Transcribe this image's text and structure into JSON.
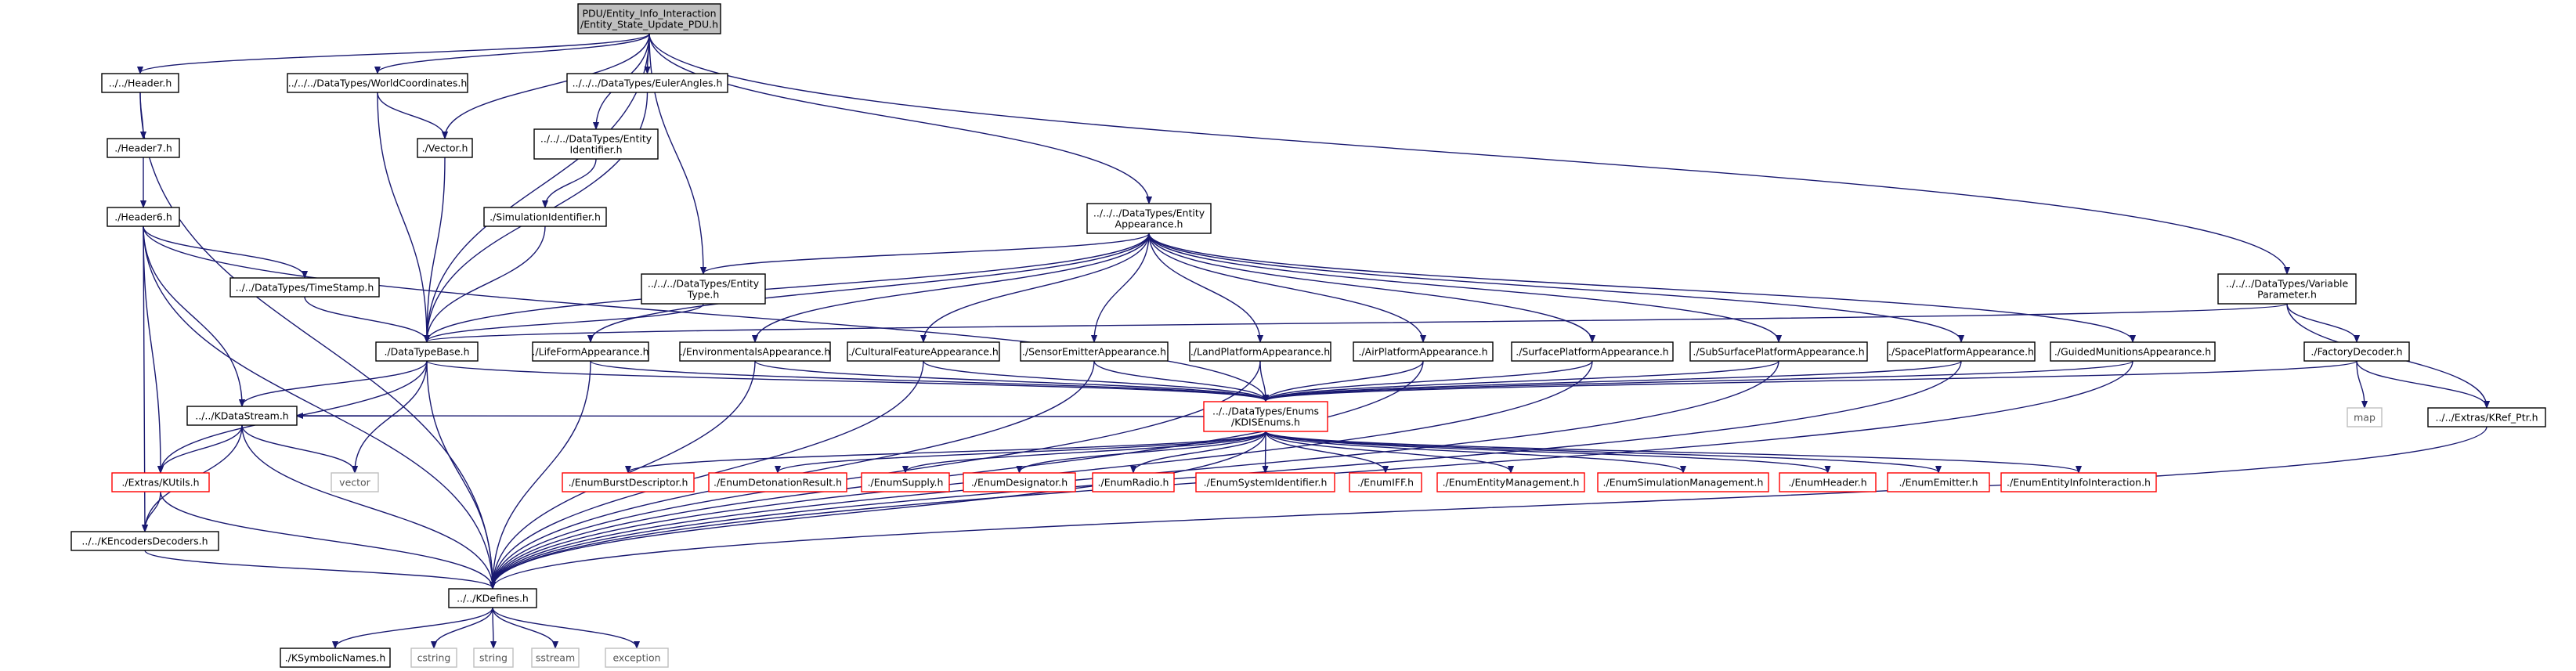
{
  "graph": {
    "edge_color": "#191970",
    "red_box_color": "#ff0000",
    "system_box_color": "#bfbfbf",
    "root_fill": "#bfbfbf",
    "nodes": [
      {
        "id": "root",
        "lines": [
          "PDU/Entity_Info_Interaction",
          "/Entity_State_Update_PDU.h"
        ]
      },
      {
        "id": "header",
        "lines": [
          "../../Header.h"
        ]
      },
      {
        "id": "worldcoord",
        "lines": [
          "../../../DataTypes/WorldCoordinates.h"
        ]
      },
      {
        "id": "eulerangles",
        "lines": [
          "../../../DataTypes/EulerAngles.h"
        ]
      },
      {
        "id": "vector_h",
        "lines": [
          "./Vector.h"
        ]
      },
      {
        "id": "entityid",
        "lines": [
          "../../../DataTypes/Entity",
          "Identifier.h"
        ]
      },
      {
        "id": "simid",
        "lines": [
          "./SimulationIdentifier.h"
        ]
      },
      {
        "id": "header7",
        "lines": [
          "./Header7.h"
        ]
      },
      {
        "id": "header6",
        "lines": [
          "./Header6.h"
        ]
      },
      {
        "id": "timestamp",
        "lines": [
          "../../DataTypes/TimeStamp.h"
        ]
      },
      {
        "id": "entityappearance",
        "lines": [
          "../../../DataTypes/Entity",
          "Appearance.h"
        ]
      },
      {
        "id": "entitytype",
        "lines": [
          "../../../DataTypes/Entity",
          "Type.h"
        ]
      },
      {
        "id": "varparam",
        "lines": [
          "../../../DataTypes/Variable",
          "Parameter.h"
        ]
      },
      {
        "id": "datatypebase",
        "lines": [
          "./DataTypeBase.h"
        ]
      },
      {
        "id": "lifeform",
        "lines": [
          "./LifeFormAppearance.h"
        ]
      },
      {
        "id": "environmental",
        "lines": [
          "./EnvironmentalsAppearance.h"
        ]
      },
      {
        "id": "cultural",
        "lines": [
          "./CulturalFeatureAppearance.h"
        ]
      },
      {
        "id": "sensoremitter",
        "lines": [
          "./SensorEmitterAppearance.h"
        ]
      },
      {
        "id": "landplatform",
        "lines": [
          "./LandPlatformAppearance.h"
        ]
      },
      {
        "id": "airplatform",
        "lines": [
          "./AirPlatformAppearance.h"
        ]
      },
      {
        "id": "surfaceplatform",
        "lines": [
          "./SurfacePlatformAppearance.h"
        ]
      },
      {
        "id": "subsurface",
        "lines": [
          "./SubSurfacePlatformAppearance.h"
        ]
      },
      {
        "id": "spaceplatform",
        "lines": [
          "./SpacePlatformAppearance.h"
        ]
      },
      {
        "id": "guided",
        "lines": [
          "./GuidedMunitionsAppearance.h"
        ]
      },
      {
        "id": "factorydecoder",
        "lines": [
          "./FactoryDecoder.h"
        ]
      },
      {
        "id": "kdatastream",
        "lines": [
          "../../KDataStream.h"
        ]
      },
      {
        "id": "kdisenums",
        "lines": [
          "../../DataTypes/Enums",
          "/KDISEnums.h"
        ]
      },
      {
        "id": "map",
        "lines": [
          "map"
        ]
      },
      {
        "id": "krefptr",
        "lines": [
          "../../Extras/KRef_Ptr.h"
        ]
      },
      {
        "id": "kutils",
        "lines": [
          "./Extras/KUtils.h"
        ]
      },
      {
        "id": "vector_sys",
        "lines": [
          "vector"
        ]
      },
      {
        "id": "e_burst",
        "lines": [
          "./EnumBurstDescriptor.h"
        ]
      },
      {
        "id": "e_deton",
        "lines": [
          "./EnumDetonationResult.h"
        ]
      },
      {
        "id": "e_supply",
        "lines": [
          "./EnumSupply.h"
        ]
      },
      {
        "id": "e_design",
        "lines": [
          "./EnumDesignator.h"
        ]
      },
      {
        "id": "e_radio",
        "lines": [
          "./EnumRadio.h"
        ]
      },
      {
        "id": "e_sysid",
        "lines": [
          "./EnumSystemIdentifier.h"
        ]
      },
      {
        "id": "e_iff",
        "lines": [
          "./EnumIFF.h"
        ]
      },
      {
        "id": "e_entmgmt",
        "lines": [
          "./EnumEntityManagement.h"
        ]
      },
      {
        "id": "e_simmgmt",
        "lines": [
          "./EnumSimulationManagement.h"
        ]
      },
      {
        "id": "e_header",
        "lines": [
          "./EnumHeader.h"
        ]
      },
      {
        "id": "e_emitter",
        "lines": [
          "./EnumEmitter.h"
        ]
      },
      {
        "id": "e_entinfo",
        "lines": [
          "./EnumEntityInfoInteraction.h"
        ]
      },
      {
        "id": "kencoders",
        "lines": [
          "../../KEncodersDecoders.h"
        ]
      },
      {
        "id": "kdefines",
        "lines": [
          "../../KDefines.h"
        ]
      },
      {
        "id": "ksymbolic",
        "lines": [
          "./KSymbolicNames.h"
        ]
      },
      {
        "id": "cstring",
        "lines": [
          "cstring"
        ]
      },
      {
        "id": "string",
        "lines": [
          "string"
        ]
      },
      {
        "id": "sstream",
        "lines": [
          "sstream"
        ]
      },
      {
        "id": "exception",
        "lines": [
          "exception"
        ]
      }
    ]
  }
}
